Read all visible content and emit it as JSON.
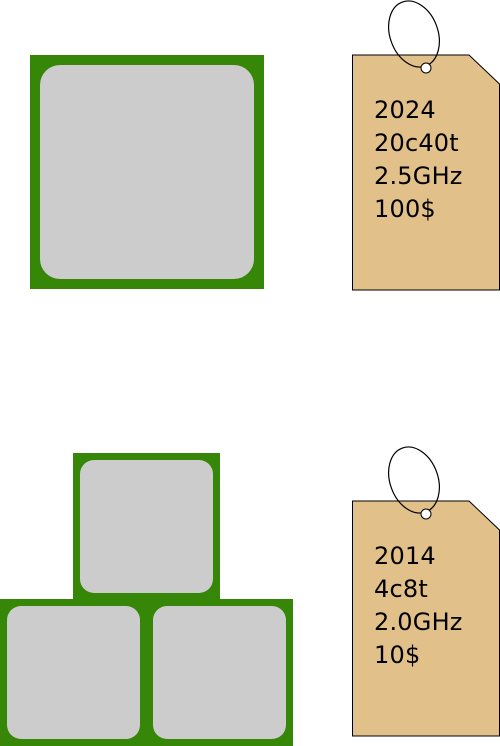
{
  "colors": {
    "chip_border": "#368607",
    "chip_die": "#cccccc",
    "tag_fill": "#e1c08a",
    "tag_stroke": "#000000"
  },
  "tags": [
    {
      "lines": [
        "2024",
        "20c40t",
        "2.5GHz",
        "100$"
      ]
    },
    {
      "lines": [
        "2014",
        "4c8t",
        "2.0GHz",
        "10$"
      ]
    }
  ],
  "chips": {
    "top_count": 1,
    "bottom_count": 3
  }
}
